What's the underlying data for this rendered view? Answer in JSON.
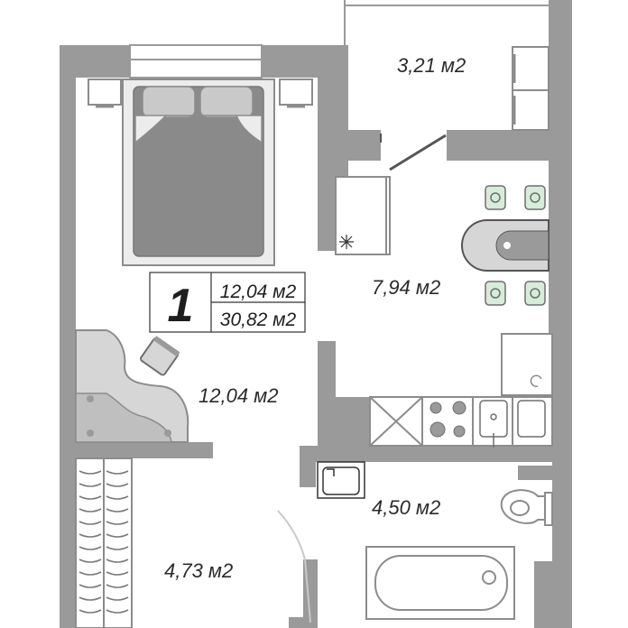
{
  "plan": {
    "badge": {
      "apartment_number": "1",
      "living_area": "12,04 м2",
      "total_area": "30,82 м2"
    },
    "rooms": {
      "balcony": {
        "area": "3,21 м2"
      },
      "kitchen": {
        "area": "7,94 м2"
      },
      "living_room": {
        "area": "12,04 м2"
      },
      "bathroom": {
        "area": "4,50 м2"
      },
      "hallway": {
        "area": "4,73 м2"
      }
    },
    "colors": {
      "wall": "#9a9a9a",
      "furniture_fill": "#d6d6d6",
      "furniture_stroke": "#8c8c8c",
      "bed": "#8a8a8a",
      "chairs": "#d7ecd9"
    }
  }
}
